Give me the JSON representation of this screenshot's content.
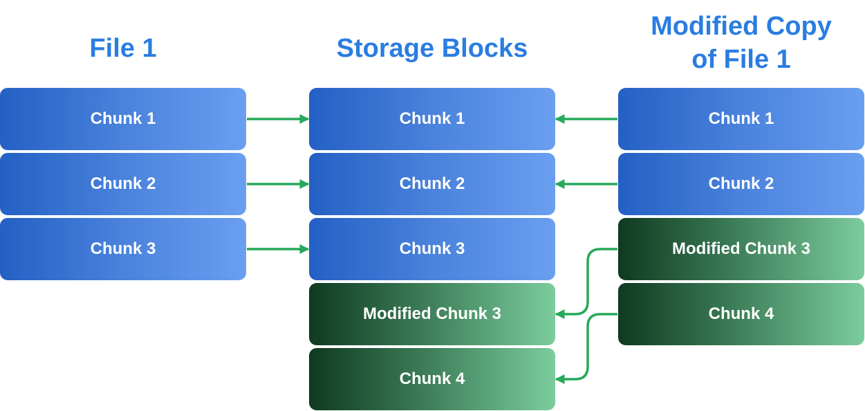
{
  "columns": {
    "file1": {
      "title": "File 1",
      "blocks": [
        "Chunk 1",
        "Chunk 2",
        "Chunk 3"
      ]
    },
    "storage": {
      "title": "Storage Blocks",
      "blocks": [
        "Chunk 1",
        "Chunk 2",
        "Chunk 3",
        "Modified Chunk 3",
        "Chunk 4"
      ]
    },
    "modified": {
      "title_line1": "Modified Copy",
      "title_line2": "of File 1",
      "blocks": [
        "Chunk 1",
        "Chunk 2",
        "Modified Chunk 3",
        "Chunk 4"
      ]
    }
  },
  "colors": {
    "title": "#2a7de1",
    "arrow": "#27a85a",
    "blue_block": "#2460c4",
    "green_block": "#0f3a20"
  }
}
